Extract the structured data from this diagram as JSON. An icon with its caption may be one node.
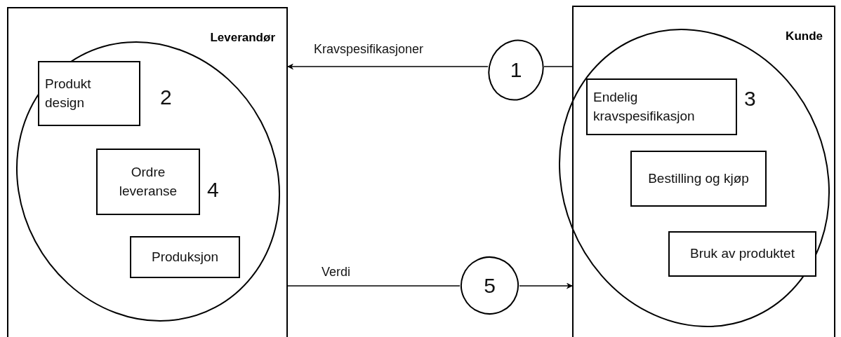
{
  "diagram": {
    "nodes": [
      {
        "text": [
          "Leverandør"
        ]
      },
      {
        "text": [],
        "shape": "ellipse",
        "in": 0
      },
      {
        "text": [
          "Produkt design"
        ],
        "in": 1,
        "beside": [
          "2"
        ]
      },
      {
        "text": [
          "Ordre leveranse"
        ],
        "in": 1,
        "beside": [
          "4"
        ]
      },
      {
        "text": [
          "Produksjon"
        ],
        "in": 1
      },
      {
        "text": [
          "1"
        ]
      },
      {
        "text": [
          "Kunde"
        ]
      },
      {
        "text": [],
        "shape": "ellipse"
      },
      {
        "text": [
          "Endelig kravspesifikasjon"
        ],
        "in": 7,
        "beside": [
          "3"
        ]
      },
      {
        "text": [
          "Bestilling og kjøp"
        ],
        "in": 7
      },
      {
        "text": [
          "Bruk av produktet"
        ],
        "in": 7
      },
      {
        "text": [
          "5"
        ]
      }
    ],
    "edges": [
      {
        "from": 6,
        "to": 5,
        "arrow": "none"
      },
      {
        "from": 5,
        "to": 0,
        "arrow": "to",
        "label": "Kravspesifikasjoner"
      },
      {
        "from": 0,
        "to": 11,
        "arrow": "none",
        "label": "Verdi"
      },
      {
        "from": 11,
        "to": 6,
        "arrow": "to"
      }
    ]
  }
}
